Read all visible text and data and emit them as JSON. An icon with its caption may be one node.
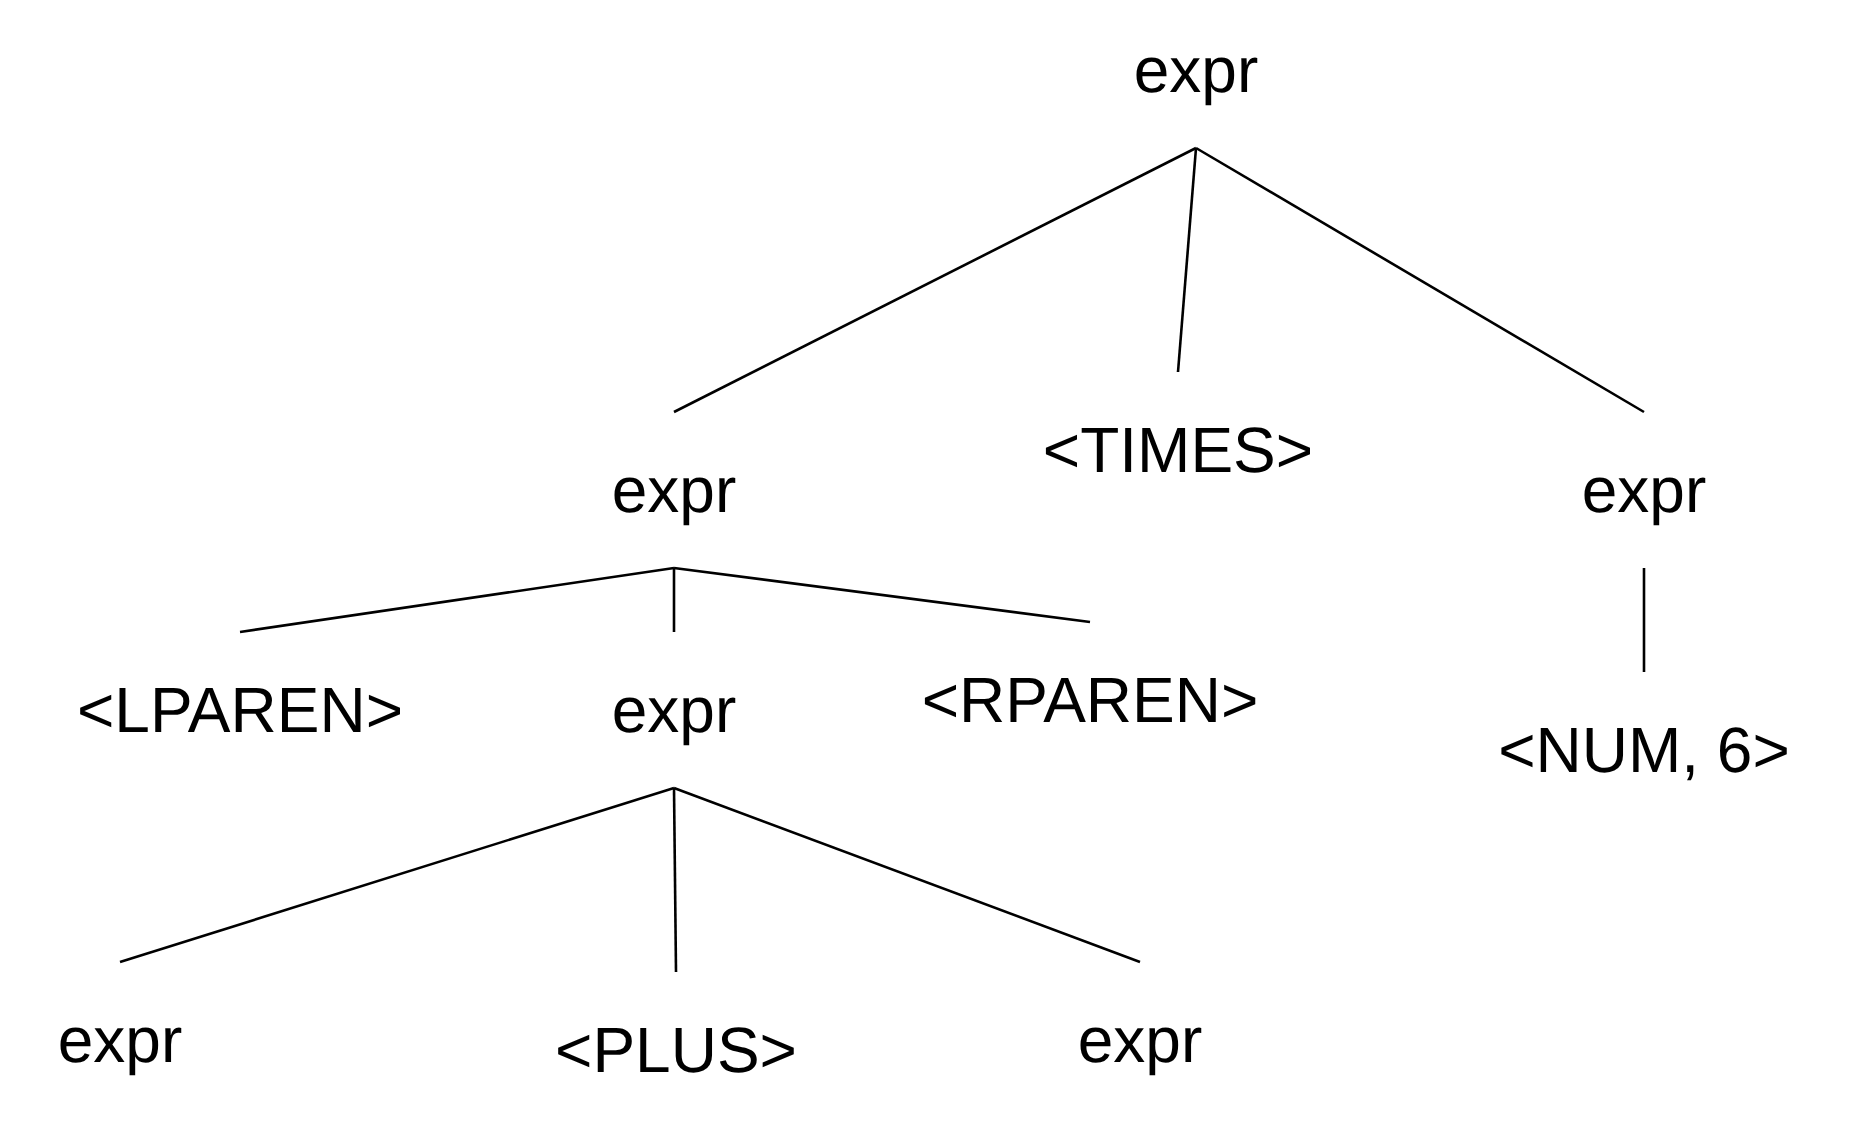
{
  "diagram": {
    "nodes": [
      {
        "text": [
          "expr"
        ]
      },
      {
        "text": [
          "expr"
        ]
      },
      {
        "text": [
          "<TIMES>"
        ]
      },
      {
        "text": [
          "expr"
        ]
      },
      {
        "text": [
          "<LPAREN>"
        ]
      },
      {
        "text": [
          "expr"
        ]
      },
      {
        "text": [
          "<RPAREN>"
        ]
      },
      {
        "text": [
          "<NUM, 6>"
        ]
      },
      {
        "text": [
          "expr"
        ]
      },
      {
        "text": [
          "<PLUS>"
        ]
      },
      {
        "text": [
          "expr"
        ]
      }
    ],
    "edges": [
      {
        "from": 0,
        "to": 1,
        "arrow": "none"
      },
      {
        "from": 0,
        "to": 2,
        "arrow": "none"
      },
      {
        "from": 0,
        "to": 3,
        "arrow": "none"
      },
      {
        "from": 1,
        "to": 4,
        "arrow": "none"
      },
      {
        "from": 1,
        "to": 5,
        "arrow": "none"
      },
      {
        "from": 1,
        "to": 6,
        "arrow": "none"
      },
      {
        "from": 3,
        "to": 7,
        "arrow": "none"
      },
      {
        "from": 5,
        "to": 8,
        "arrow": "none"
      },
      {
        "from": 5,
        "to": 9,
        "arrow": "none"
      },
      {
        "from": 5,
        "to": 10,
        "arrow": "none"
      }
    ]
  }
}
